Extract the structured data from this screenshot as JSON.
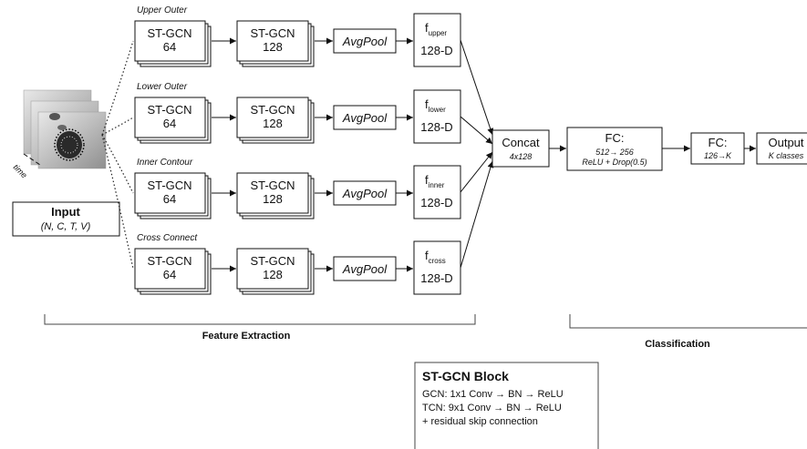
{
  "input": {
    "title": "Input",
    "shape": "(N, C, T, V)",
    "time_label": "time"
  },
  "branches": [
    {
      "name": "Upper Outer",
      "gcn1": [
        "ST-GCN",
        "64"
      ],
      "gcn2": [
        "ST-GCN",
        "128"
      ],
      "pool": "AvgPool",
      "feat_base": "f",
      "feat_sub": "upper",
      "feat_dim": "128-D"
    },
    {
      "name": "Lower Outer",
      "gcn1": [
        "ST-GCN",
        "64"
      ],
      "gcn2": [
        "ST-GCN",
        "128"
      ],
      "pool": "AvgPool",
      "feat_base": "f",
      "feat_sub": "lower",
      "feat_dim": "128-D"
    },
    {
      "name": "Inner Contour",
      "gcn1": [
        "ST-GCN",
        "64"
      ],
      "gcn2": [
        "ST-GCN",
        "128"
      ],
      "pool": "AvgPool",
      "feat_base": "f",
      "feat_sub": "inner",
      "feat_dim": "128-D"
    },
    {
      "name": "Cross Connect",
      "gcn1": [
        "ST-GCN",
        "64"
      ],
      "gcn2": [
        "ST-GCN",
        "128"
      ],
      "pool": "AvgPool",
      "feat_base": "f",
      "feat_sub": "cross",
      "feat_dim": "128-D"
    }
  ],
  "concat": {
    "title": "Concat",
    "sub": "4x128"
  },
  "fc1": {
    "title": "FC:",
    "line1": "512→ 256",
    "line2": "ReLU + Drop(0.5)"
  },
  "fc2": {
    "title": "FC:",
    "line1": "126→K"
  },
  "output": {
    "title": "Output",
    "sub": "K classes"
  },
  "sections": {
    "feature": "Feature Extraction",
    "classification": "Classification"
  },
  "legend": {
    "title": "ST-GCN Block",
    "lines": [
      "GCN: 1x1 Conv → BN → ReLU",
      "TCN:  9x1 Conv → BN → ReLU",
      "+ residual skip connection"
    ]
  }
}
